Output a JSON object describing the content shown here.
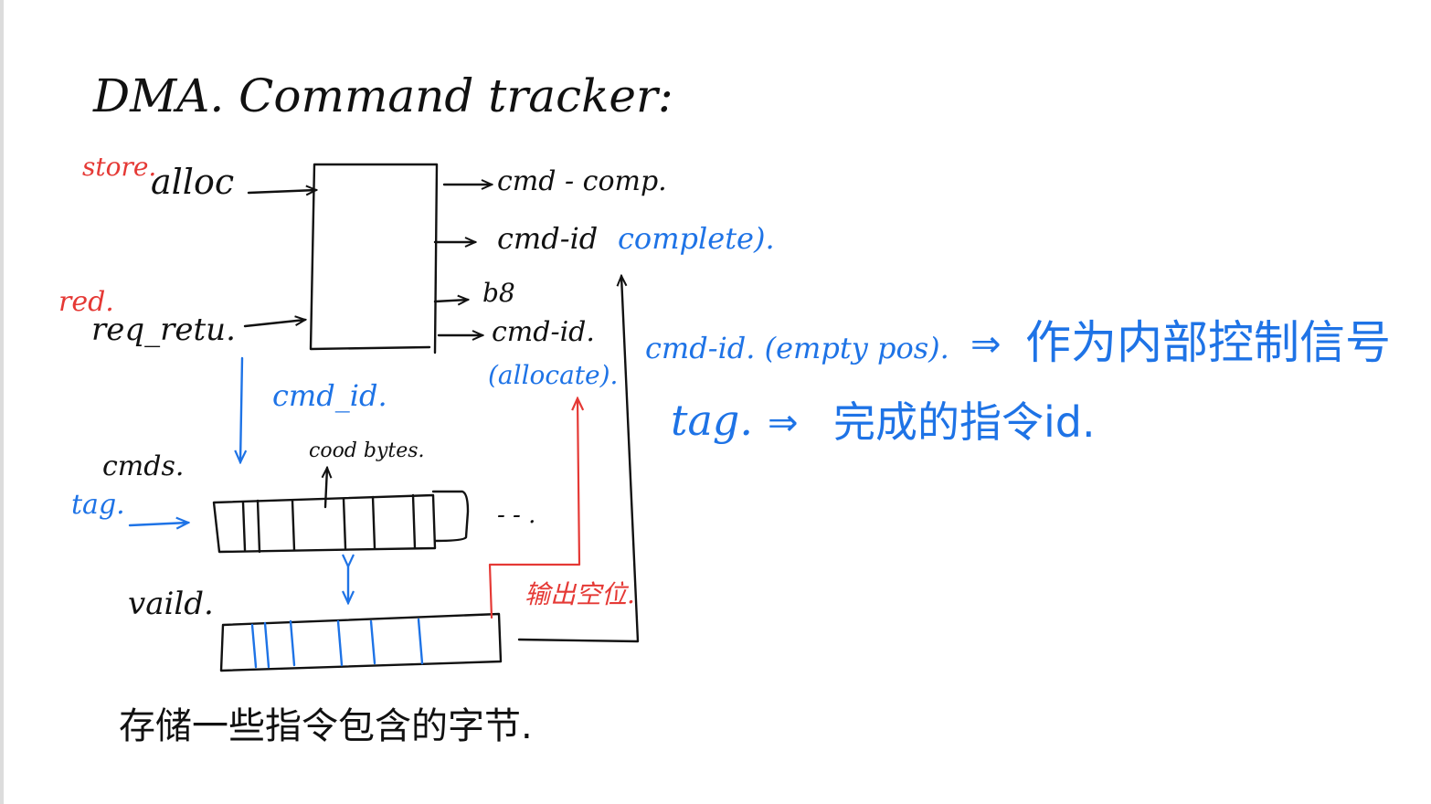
{
  "title": "DMA. Command tracker:",
  "inputs": {
    "alloc": {
      "label": "alloc",
      "note": "store."
    },
    "req_retu": {
      "label": "req_retu.",
      "note": "red."
    }
  },
  "outputs": {
    "cmd_comp": "cmd - comp.",
    "cmd_id_complete": "cmd-id",
    "complete_note": "complete).",
    "b8": "b8",
    "cmd_id_allocate": "cmd-id.",
    "allocate_note": "(allocate)."
  },
  "cmd_id_arrow": "cmd_id.",
  "cmds": {
    "label": "cmds.",
    "note": "cood bytes."
  },
  "tag_input": "tag.",
  "ellipsis": "- - .",
  "vaild": {
    "label": "vaild."
  },
  "output_empty_pos_note": "输出空位.",
  "bottom_note": "存储一些指令包含的字节.",
  "explanations": [
    {
      "key": "cmd-id. (empty pos).",
      "arrow": "⇒",
      "value": "作为内部控制信号"
    },
    {
      "key": "tag.",
      "arrow": "⇒",
      "value": "完成的指令id."
    }
  ],
  "colors": {
    "ink": "#111111",
    "blue": "#1e73e6",
    "red": "#e53935"
  }
}
